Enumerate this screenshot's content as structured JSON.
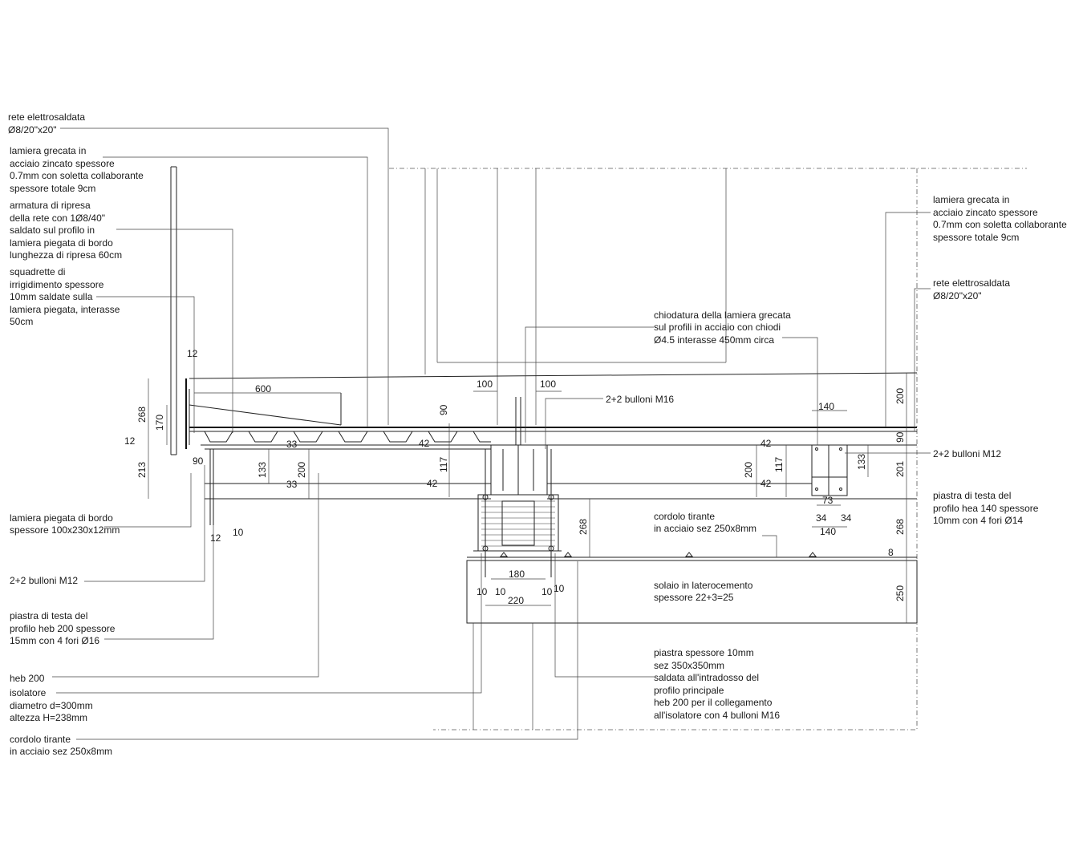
{
  "left_notes": [
    [
      "rete elettrosaldata",
      "Ø8/20\"x20\""
    ],
    [
      "lamiera grecata in",
      "acciaio zincato spessore",
      "0.7mm con soletta collaborante",
      "spessore totale 9cm"
    ],
    [
      "armatura di ripresa",
      "della rete con 1Ø8/40\"",
      "saldato sul profilo in",
      "lamiera piegata di bordo",
      "lunghezza di ripresa 60cm"
    ],
    [
      "squadrette di",
      "irrigidimento spessore",
      "10mm saldate sulla",
      "lamiera piegata, interasse",
      "50cm"
    ],
    [
      "lamiera piegata di bordo",
      "spessore 100x230x12mm"
    ],
    [
      "2+2 bulloni M12"
    ],
    [
      "piastra di testa del",
      "profilo heb 200 spessore",
      "15mm con 4 fori Ø16"
    ],
    [
      "heb 200"
    ],
    [
      "isolatore",
      "diametro d=300mm",
      "altezza H=238mm"
    ],
    [
      "cordolo tirante",
      "in acciaio sez 250x8mm"
    ]
  ],
  "right_notes": [
    [
      "lamiera grecata in",
      "acciaio zincato spessore",
      "0.7mm con soletta collaborante",
      "spessore totale 9cm"
    ],
    [
      "rete elettrosaldata",
      "Ø8/20\"x20\""
    ],
    [
      "2+2 bulloni M12"
    ],
    [
      "piastra di testa del",
      "profilo hea 140 spessore",
      "10mm con 4 fori Ø14"
    ]
  ],
  "center_notes": [
    [
      "chiodatura della lamiera grecata",
      "sul profili in acciaio con chiodi",
      "Ø4.5 interasse 450mm circa"
    ],
    [
      "2+2 bulloni M16"
    ],
    [
      "cordolo tirante",
      "in acciaio sez 250x8mm"
    ],
    [
      "solaio in laterocemento",
      "spessore 22+3=25"
    ],
    [
      "piastra spessore 10mm",
      "sez 350x350mm",
      "saldata all'intradosso del",
      "profilo principale",
      "heb 200 per il collegamento",
      "all'isolatore con 4 bulloni M16"
    ]
  ],
  "dimensions": {
    "d12_top": "12",
    "d268_left": "268",
    "d170": "170",
    "d12_left": "12",
    "d213": "213",
    "d600": "600",
    "d90_left": "90",
    "d33_a": "33",
    "d133_left": "133",
    "d200_left": "200",
    "d33_b": "33",
    "d10_left": "10",
    "d12_bottom": "12",
    "d42_a": "42",
    "d117_left": "117",
    "d42_b": "42",
    "d90_mid": "90",
    "d100_a": "100",
    "d100_b": "100",
    "d268_mid": "268",
    "d180": "180",
    "d10_a": "10",
    "d10_b": "10",
    "d10_c": "10",
    "d10_d": "10",
    "d220": "220",
    "d42_c": "42",
    "d200_mid": "200",
    "d117_right": "117",
    "d42_d": "42",
    "d140_top": "140",
    "d133_right": "133",
    "d73": "73",
    "d34_a": "34",
    "d34_b": "34",
    "d140_bottom": "140",
    "d200_right": "200",
    "d90_right": "90",
    "d201": "201",
    "d268_right": "268",
    "d8": "8",
    "d250": "250"
  }
}
